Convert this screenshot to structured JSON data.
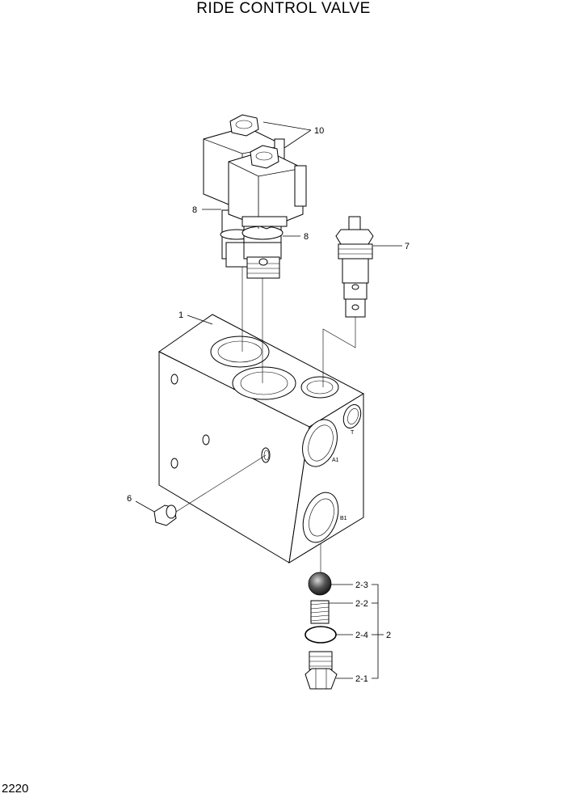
{
  "title": "RIDE CONTROL VALVE",
  "page_number": "2220",
  "callouts": {
    "c10": "10",
    "c8a": "8",
    "c8b": "8",
    "c7": "7",
    "c1": "1",
    "c6": "6",
    "c2_3": "2-3",
    "c2_2": "2-2",
    "c2_4": "2-4",
    "c2_1": "2-1",
    "c2": "2"
  },
  "ports": {
    "T": "T",
    "A1": "A1",
    "B1": "B1"
  }
}
